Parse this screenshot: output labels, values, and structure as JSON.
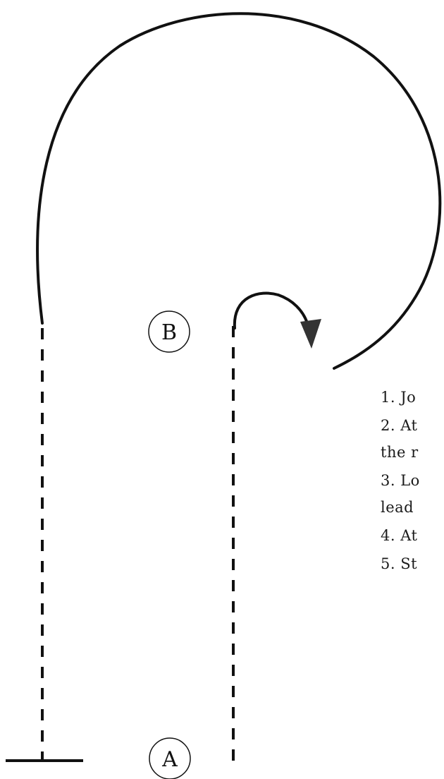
{
  "diagram": {
    "markers": {
      "a": "A",
      "b": "B"
    },
    "steps": [
      "1. Jo",
      "2. At",
      "the r",
      "3. Lo",
      "lead",
      "4. At",
      "5. St"
    ],
    "colors": {
      "line": "#111111",
      "text": "#1a1a1a",
      "background": "#ffffff"
    },
    "icons": {
      "turn_arrow": "curved-arrow-right-icon"
    }
  }
}
